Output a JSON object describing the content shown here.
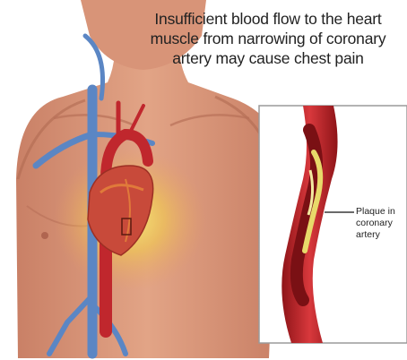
{
  "headline": {
    "line1": "Insufficient blood flow to the heart",
    "line2": "muscle from narrowing of coronary",
    "line3": "artery may cause chest pain"
  },
  "inset": {
    "label_line1": "Plaque in",
    "label_line2": "coronary",
    "label_line3": "artery"
  },
  "colors": {
    "skin": "#d9987a",
    "skin_shadow": "#b8705a",
    "artery_red": "#c0272d",
    "vein_blue": "#5b86c4",
    "pain_glow": "#f4e04d",
    "plaque": "#e8d96a"
  }
}
